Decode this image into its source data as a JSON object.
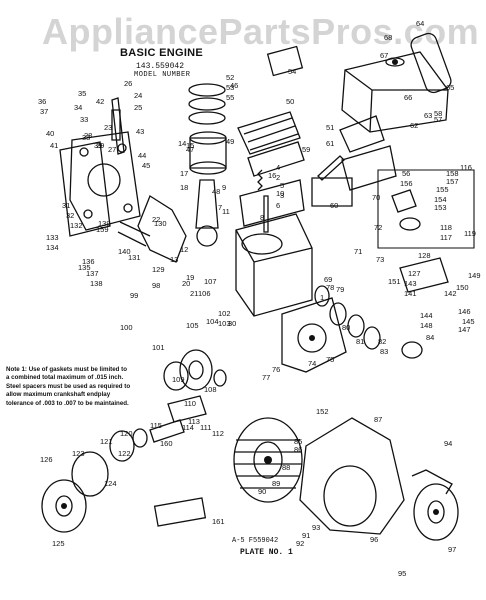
{
  "watermark": "AppliancePartsPros.com",
  "title": "BASIC ENGINE",
  "model_number": "143.559042",
  "model_label": "MODEL NUMBER",
  "note": "Note 1: Use of gaskets must be limited to a combined total maximum of .015 inch. Steel spacers must be used as required to allow maximum crankshaft endplay tolerance of .003 to .007 to be maintained.",
  "footer_code": "A-5 F559042",
  "plate": "PLATE NO. 1",
  "part_numbers": [
    "1",
    "2",
    "3",
    "4",
    "5",
    "6",
    "7",
    "8",
    "9",
    "10",
    "11",
    "12",
    "13",
    "14",
    "15",
    "16",
    "17",
    "18",
    "19",
    "20",
    "21",
    "22",
    "23",
    "24",
    "25",
    "26",
    "27",
    "28",
    "29",
    "30",
    "31",
    "32",
    "33",
    "34",
    "35",
    "36",
    "37",
    "38",
    "39",
    "40",
    "41",
    "42",
    "43",
    "44",
    "45",
    "46",
    "47",
    "48",
    "49",
    "50",
    "51",
    "52",
    "53",
    "54",
    "55",
    "56",
    "57",
    "58",
    "59",
    "60",
    "61",
    "62",
    "63",
    "64",
    "65",
    "66",
    "67",
    "68",
    "69",
    "70",
    "71",
    "72",
    "73",
    "74",
    "75",
    "76",
    "77",
    "78",
    "79",
    "80",
    "81",
    "82",
    "83",
    "84",
    "85",
    "86",
    "87",
    "88",
    "89",
    "90",
    "91",
    "92",
    "93",
    "94",
    "95",
    "96",
    "97",
    "98",
    "99",
    "100",
    "101",
    "102",
    "103",
    "104",
    "105",
    "106",
    "107",
    "108",
    "109",
    "110",
    "111",
    "112",
    "113",
    "114",
    "115",
    "116",
    "117",
    "118",
    "119",
    "120",
    "121",
    "122",
    "123",
    "124",
    "125",
    "126",
    "127",
    "128",
    "129",
    "130",
    "131",
    "132",
    "133",
    "134",
    "135",
    "136",
    "137",
    "138",
    "139",
    "140",
    "141",
    "142",
    "143",
    "144",
    "145",
    "146",
    "147",
    "148",
    "149",
    "150",
    "151",
    "152",
    "153",
    "154",
    "155",
    "156",
    "157",
    "158",
    "159",
    "160",
    "161"
  ]
}
